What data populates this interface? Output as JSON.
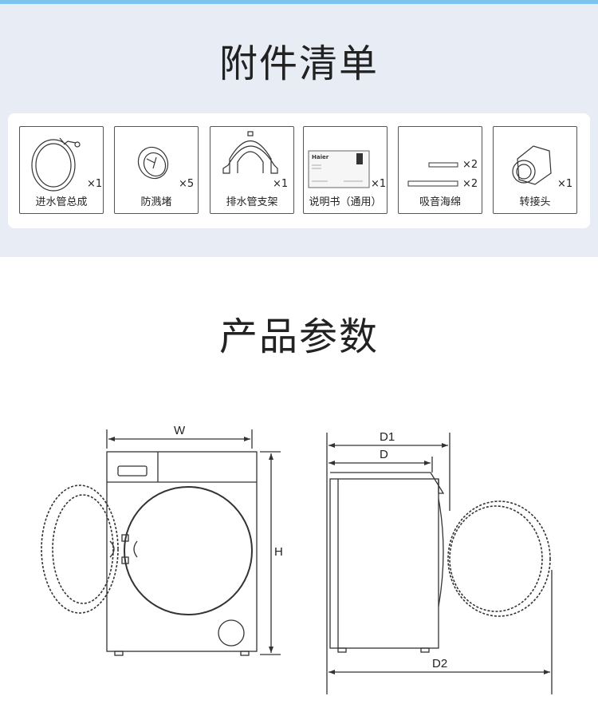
{
  "accessories": {
    "title": "附件清单",
    "items": [
      {
        "name": "进水管总成",
        "qty": "×1"
      },
      {
        "name": "防溅堵",
        "qty": "×5"
      },
      {
        "name": "排水管支架",
        "qty": "×1"
      },
      {
        "name": "说明书（通用）",
        "qty": "×1",
        "brand": "Haier"
      },
      {
        "name": "吸音海绵",
        "qty": "×2",
        "qty2": "×2"
      },
      {
        "name": "转接头",
        "qty": "×1"
      }
    ]
  },
  "params": {
    "title": "产品参数",
    "labels": {
      "w": "W",
      "h": "H",
      "d1": "D1",
      "d": "D",
      "d2": "D2"
    }
  }
}
